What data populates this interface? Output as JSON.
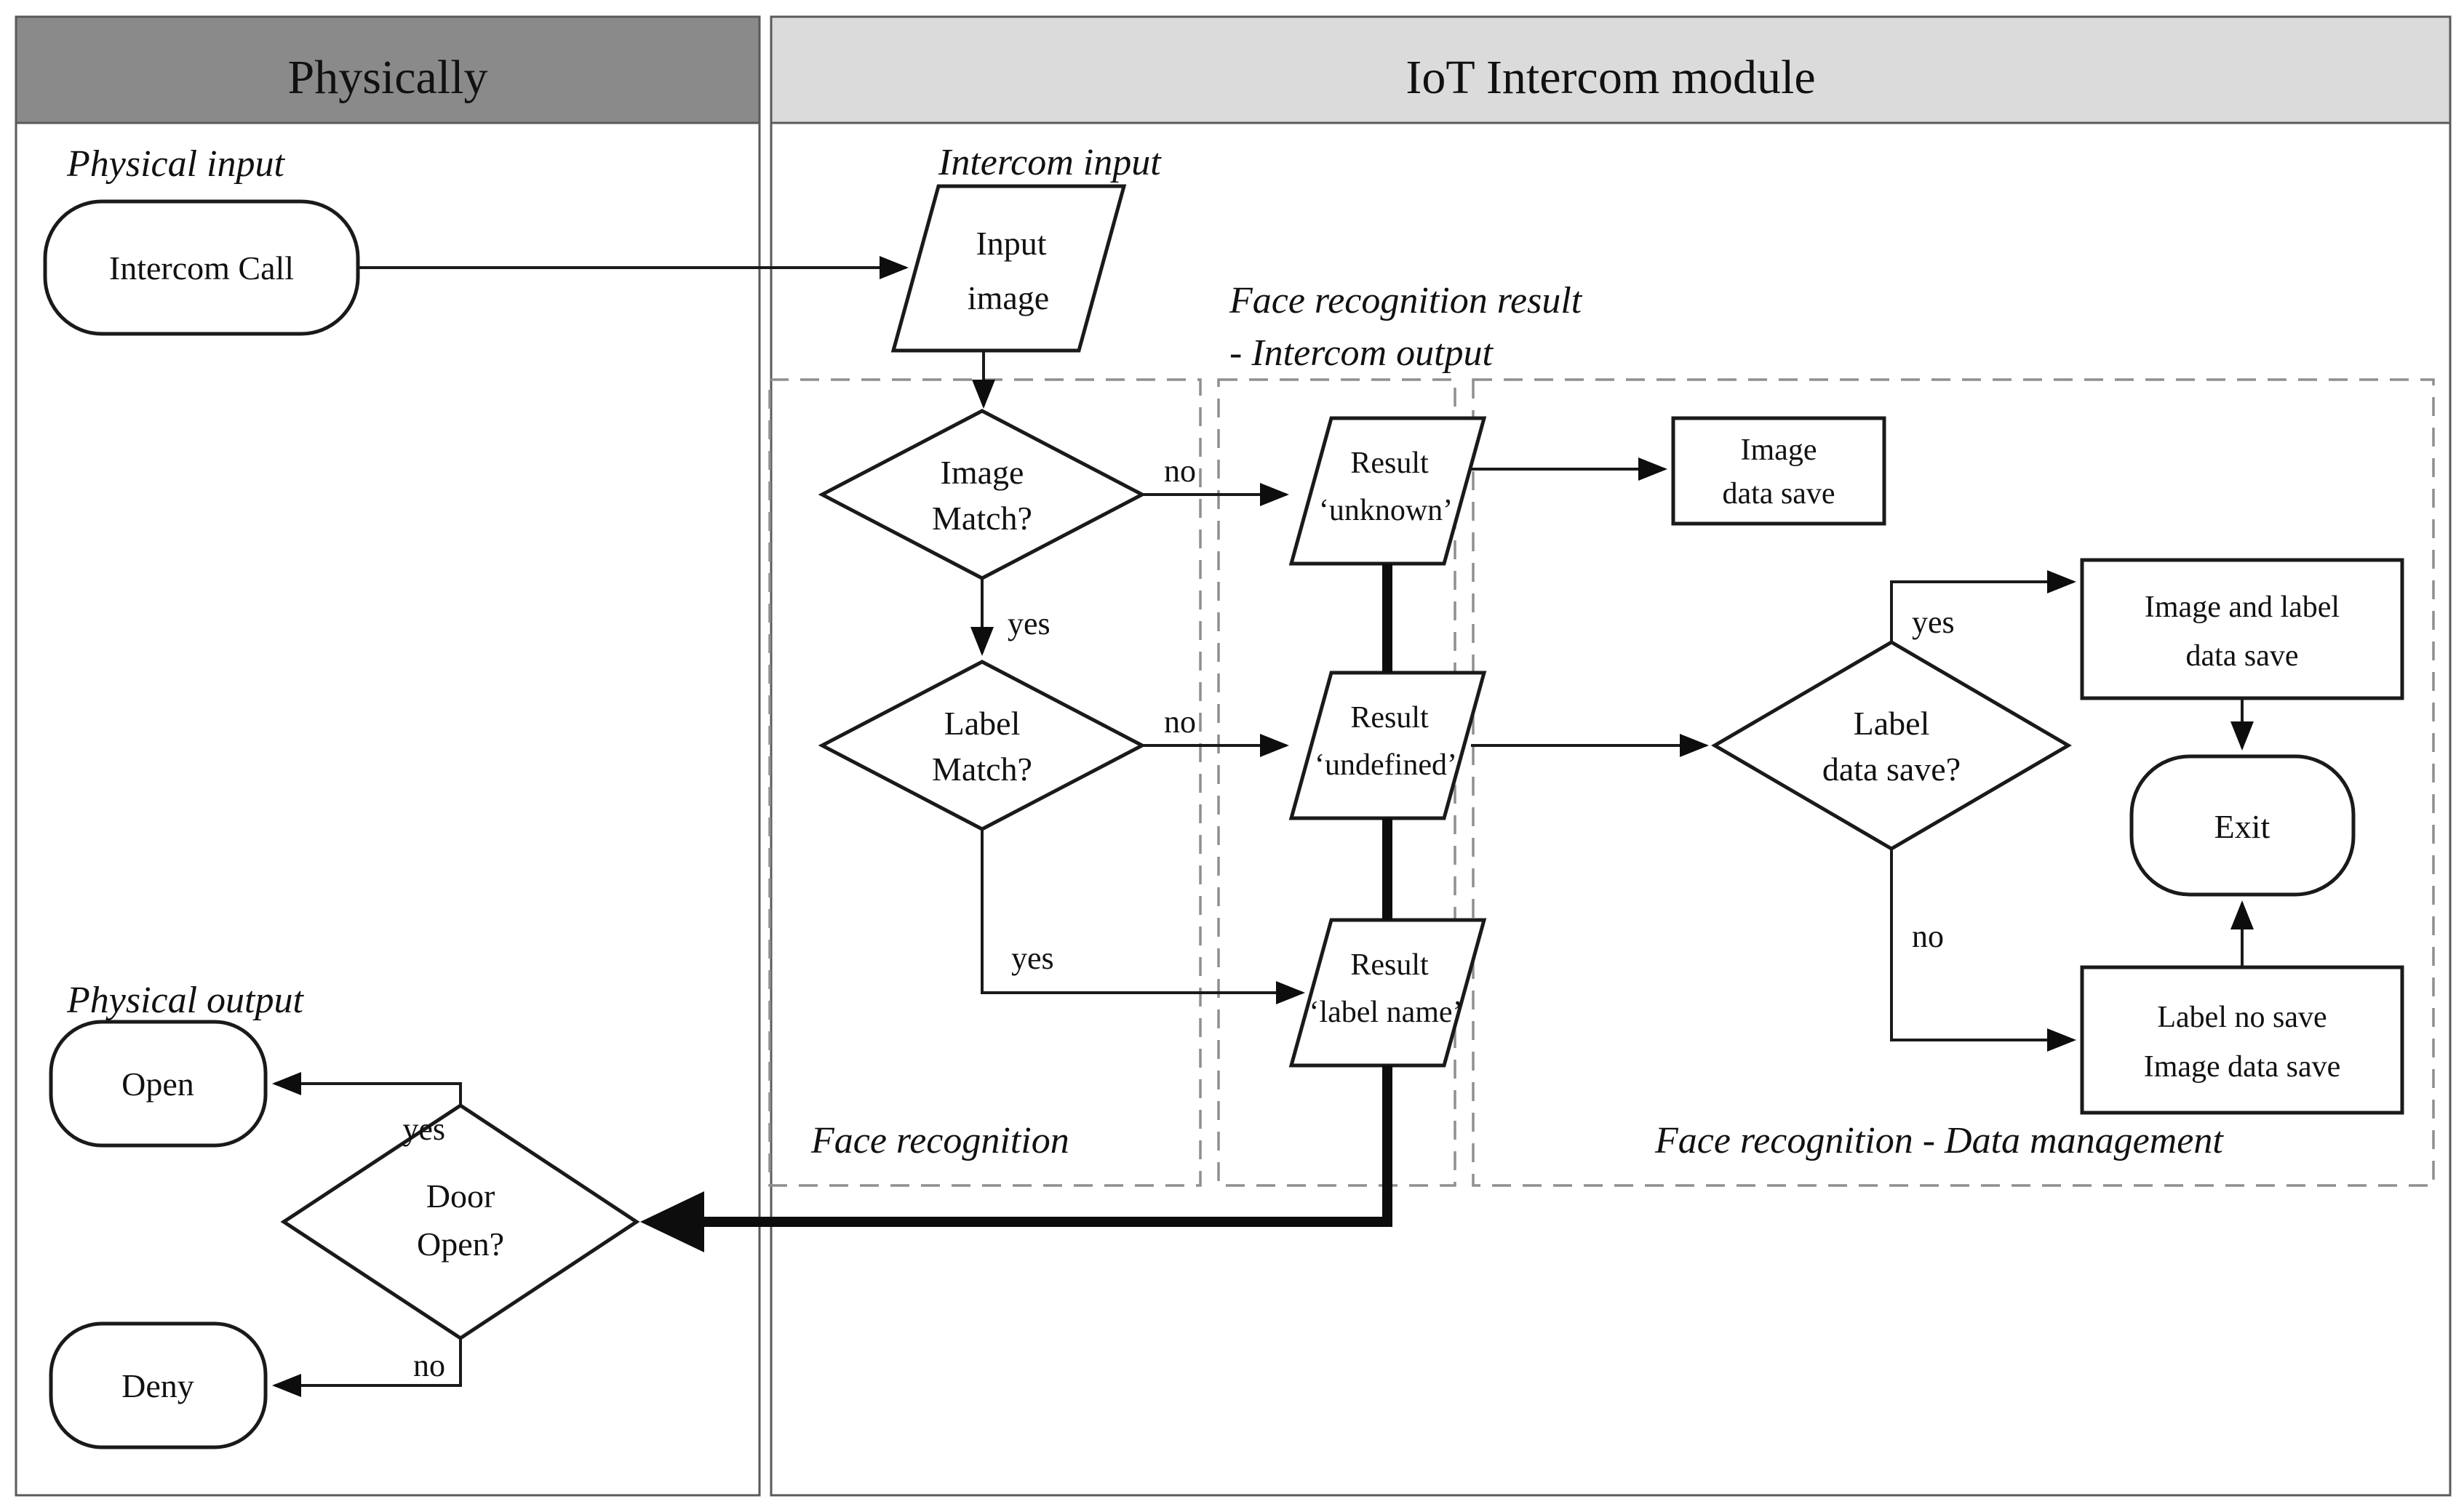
{
  "colors": {
    "left_header_bg": "#8a8a8a",
    "left_header_text": "#ffffff",
    "right_header_bg": "#dbdbdb",
    "right_header_text": "#111111",
    "panel_border": "#5a5a5a",
    "dashed_border": "#8f8f8f",
    "line": "#1a1a1a"
  },
  "headers": {
    "left_title": "Physically",
    "right_title": "IoT Intercom module"
  },
  "sections": {
    "physical_input": "Physical input",
    "physical_output": "Physical output",
    "intercom_input": "Intercom input",
    "face_result_line1": "Face recognition result",
    "face_result_line2": "- Intercom output",
    "face_recognition": "Face recognition",
    "data_management": "Face recognition - Data management"
  },
  "nodes": {
    "intercom_call": {
      "label": "Intercom Call"
    },
    "input_image": {
      "line1": "Input",
      "line2": "image"
    },
    "image_match": {
      "line1": "Image",
      "line2": "Match?"
    },
    "label_match": {
      "line1": "Label",
      "line2": "Match?"
    },
    "result_unknown": {
      "line1": "Result",
      "line2": "‘unknown’"
    },
    "result_undefined": {
      "line1": "Result",
      "line2": "‘undefined’"
    },
    "result_label_name": {
      "line1": "Result",
      "line2": "‘label name’"
    },
    "image_data_save": {
      "line1": "Image",
      "line2": "data save"
    },
    "image_and_label_save": {
      "line1": "Image and label",
      "line2": "data save"
    },
    "label_data_save": {
      "line1": "Label",
      "line2": "data save?"
    },
    "exit": {
      "label": "Exit"
    },
    "label_no_save": {
      "line1": "Label no save",
      "line2": "Image data save"
    },
    "door_open": {
      "line1": "Door",
      "line2": "Open?"
    },
    "open": {
      "label": "Open"
    },
    "deny": {
      "label": "Deny"
    }
  },
  "branches": {
    "image_match_no": "no",
    "image_match_yes": "yes",
    "label_match_no": "no",
    "label_match_yes": "yes",
    "label_data_save_yes": "yes",
    "label_data_save_no": "no",
    "door_open_yes": "yes",
    "door_open_no": "no"
  }
}
